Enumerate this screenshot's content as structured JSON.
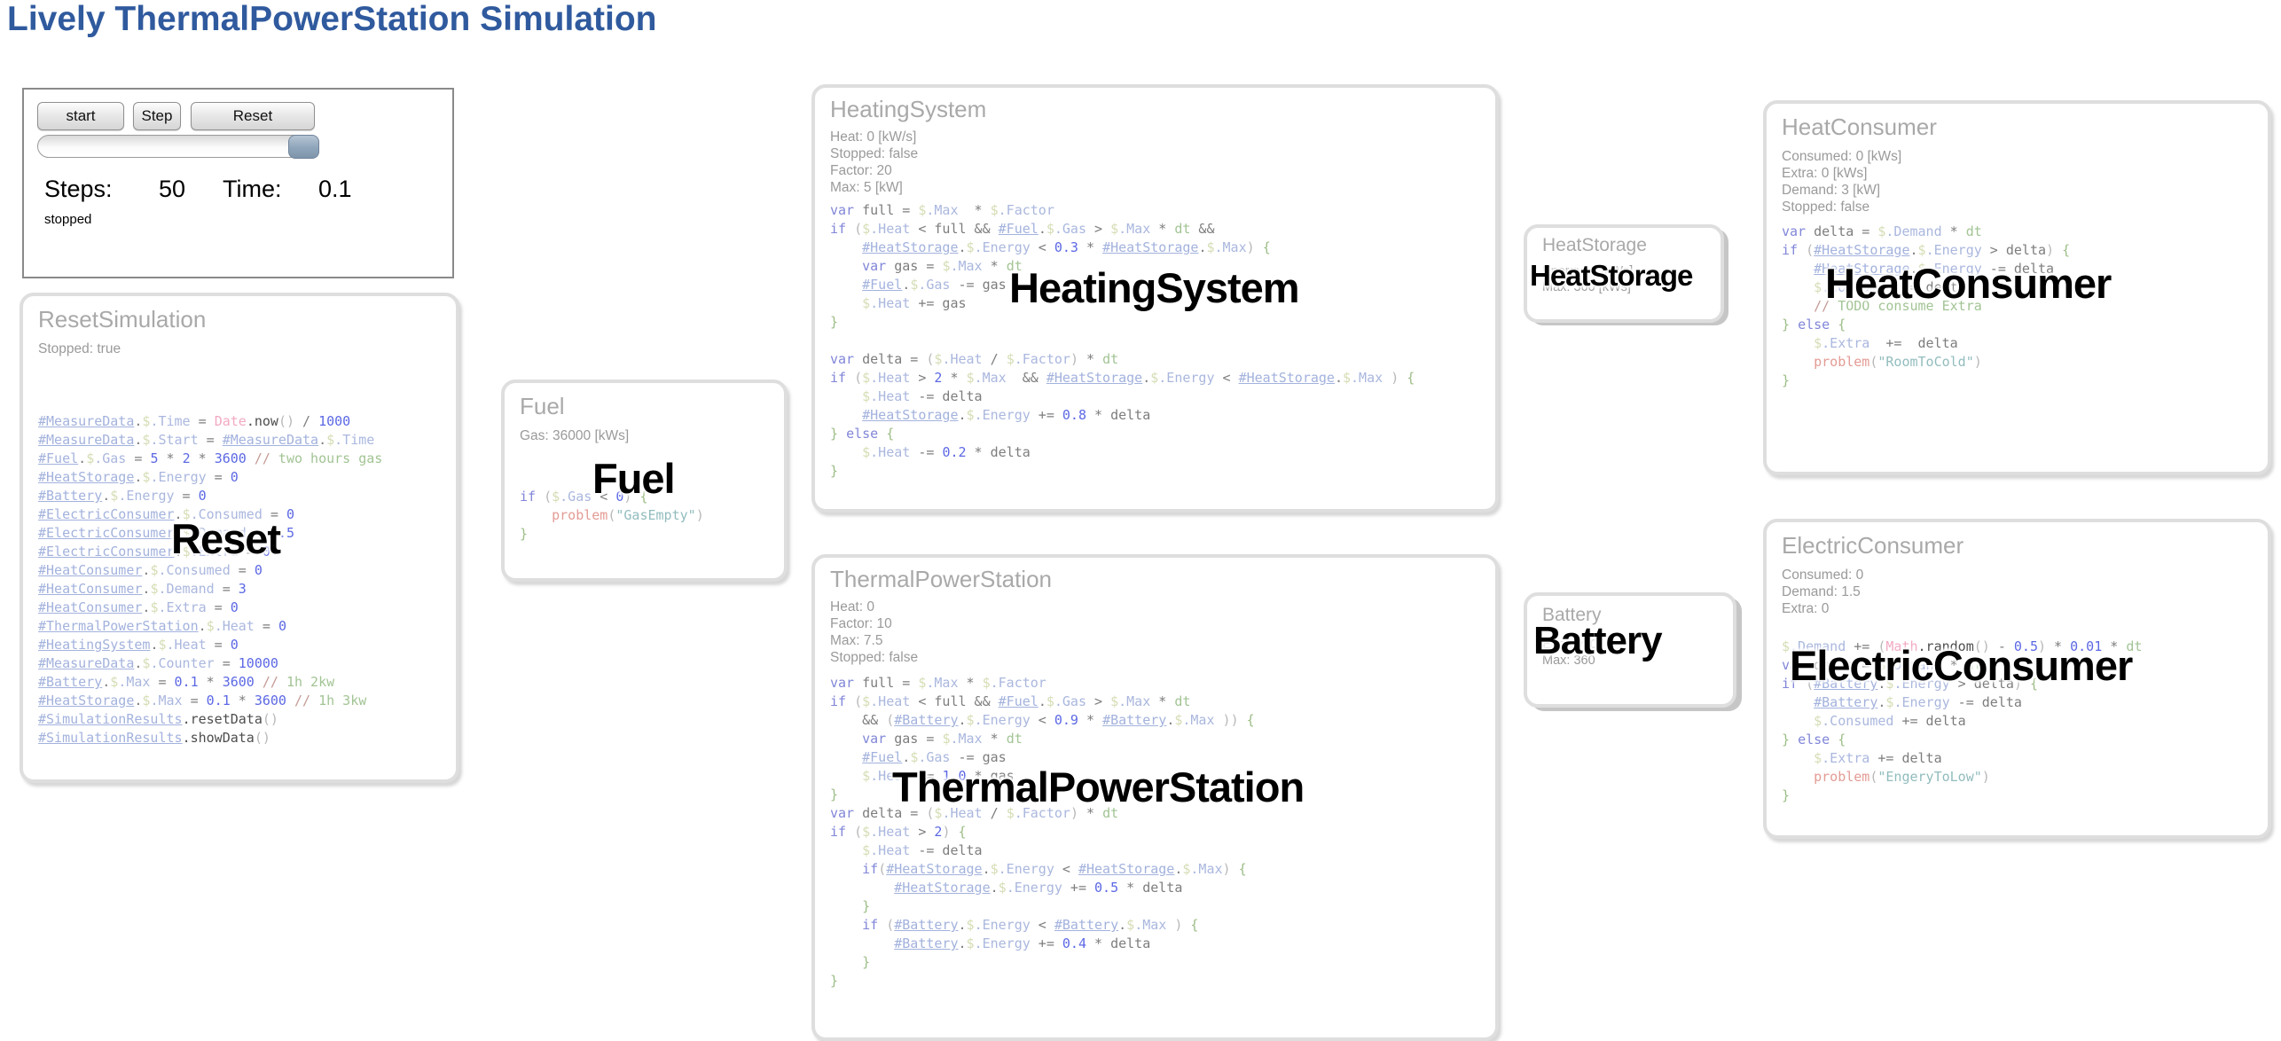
{
  "title": "Lively ThermalPowerStation Simulation",
  "controls": {
    "start_label": "start",
    "step_label": "Step",
    "reset_label": "Reset",
    "steps_label": "Steps:",
    "steps_value": "50",
    "time_label": "Time:",
    "time_value": "0.1",
    "run_status": "stopped",
    "slider_position": "right"
  },
  "overlays": {
    "reset": "Reset",
    "fuel": "Fuel",
    "heating_system": "HeatingSystem",
    "thermal_power_station": "ThermalPowerStation",
    "heat_storage": "HeatStorage",
    "battery": "Battery",
    "heat_consumer": "HeatConsumer",
    "electric_consumer": "ElectricConsumer"
  },
  "panels": {
    "reset_simulation": {
      "title": "ResetSimulation",
      "status": [
        "Stopped: true"
      ],
      "code": [
        "#MeasureData.$.Time = Date.now() / 1000",
        "#MeasureData.$.Start = #MeasureData.$.Time",
        "#Fuel.$.Gas = 5 * 2 * 3600 // two hours gas",
        "#HeatStorage.$.Energy = 0",
        "#Battery.$.Energy = 0",
        "#ElectricConsumer.$.Consumed = 0",
        "#ElectricConsumer.$.Demand = 1.5",
        "#ElectricConsumer.$.Extra = 0",
        "#HeatConsumer.$.Consumed = 0",
        "#HeatConsumer.$.Demand = 3",
        "#HeatConsumer.$.Extra = 0",
        "#ThermalPowerStation.$.Heat = 0",
        "#HeatingSystem.$.Heat = 0",
        "#MeasureData.$.Counter = 10000",
        "#Battery.$.Max = 0.1 * 3600 // 1h 2kw",
        "#HeatStorage.$.Max = 0.1 * 3600 // 1h 3kw",
        "#SimulationResults.resetData()",
        "#SimulationResults.showData()"
      ]
    },
    "fuel": {
      "title": "Fuel",
      "status": [
        "Gas: 36000 [kWs]"
      ],
      "code": [
        "if ($.Gas < 0) {",
        "    problem(\"GasEmpty\")",
        "}"
      ]
    },
    "heating_system": {
      "title": "HeatingSystem",
      "status": [
        "Heat: 0 [kW/s]",
        "Stopped: false",
        "Factor: 20",
        "Max: 5 [kW]"
      ],
      "code": [
        "var full = $.Max  * $.Factor",
        "if ($.Heat < full && #Fuel.$.Gas > $.Max * dt &&",
        "    #HeatStorage.$.Energy < 0.3 * #HeatStorage.$.Max) {",
        "    var gas = $.Max * dt",
        "    #Fuel.$.Gas -= gas",
        "    $.Heat += gas",
        "}",
        "",
        "var delta = ($.Heat / $.Factor) * dt",
        "if ($.Heat > 2 * $.Max  && #HeatStorage.$.Energy < #HeatStorage.$.Max ) {",
        "    $.Heat -= delta",
        "    #HeatStorage.$.Energy += 0.8 * delta",
        "} else {",
        "    $.Heat -= 0.2 * delta",
        "}"
      ]
    },
    "thermal_power_station": {
      "title": "ThermalPowerStation",
      "status": [
        "Heat: 0",
        "Factor: 10",
        "Max: 7.5",
        "Stopped: false"
      ],
      "code": [
        "var full = $.Max * $.Factor",
        "if ($.Heat < full && #Fuel.$.Gas > $.Max * dt",
        "    && (#Battery.$.Energy < 0.9 * #Battery.$.Max )) {",
        "    var gas = $.Max * dt",
        "    #Fuel.$.Gas -= gas",
        "    $.Heat += 1.0 * gas",
        "}",
        "var delta = ($.Heat / $.Factor) * dt",
        "if ($.Heat > 2) {",
        "    $.Heat -= delta",
        "    if(#HeatStorage.$.Energy < #HeatStorage.$.Max) {",
        "        #HeatStorage.$.Energy += 0.5 * delta",
        "    }",
        "    if (#Battery.$.Energy < #Battery.$.Max ) {",
        "        #Battery.$.Energy += 0.4 * delta",
        "    }",
        "}"
      ]
    },
    "heat_storage": {
      "title": "HeatStorage",
      "status": [
        "Energy: 0 [kWs]",
        "Max: 360 [kWs]"
      ]
    },
    "battery": {
      "title": "Battery",
      "status": [
        "Energy: 0",
        "Max: 360"
      ]
    },
    "heat_consumer": {
      "title": "HeatConsumer",
      "status": [
        "Consumed: 0 [kWs]",
        "Extra: 0 [kWs]",
        "Demand: 3 [kW]",
        "Stopped: false"
      ],
      "code": [
        "var delta = $.Demand * dt",
        "if (#HeatStorage.$.Energy > delta) {",
        "    #HeatStorage.$.Energy -= delta",
        "    $.Consumed += delta",
        "    // TODO consume Extra",
        "} else {",
        "    $.Extra  +=  delta",
        "    problem(\"RoomToCold\")",
        "}"
      ]
    },
    "electric_consumer": {
      "title": "ElectricConsumer",
      "status": [
        "Consumed: 0",
        "Demand: 1.5",
        "Extra: 0"
      ],
      "code": [
        "$.Demand += (Math.random() - 0.5) * 0.01 * dt",
        "var delta = $.Demand * dt",
        "if (#Battery.$.Energy > delta) {",
        "    #Battery.$.Energy -= delta",
        "    $.Consumed += delta",
        "} else {",
        "    $.Extra += delta",
        "    problem(\"EngeryToLow\")",
        "}"
      ]
    }
  },
  "colors": {
    "title_blue": "#305a9e",
    "overlay_black": "#000000",
    "panel_border": "#dedede",
    "panel_title_gray": "#a9a9a9",
    "status_gray": "#9a9a9a",
    "code_default": "#7d7d7d",
    "code_keyword": "#8186d8",
    "code_reference": "#a3b2dd",
    "code_number": "#5c68e4",
    "code_comment": "#a2c494",
    "code_problem": "#e39b94",
    "code_string": "#92bcbd",
    "code_global": "#f2a9c4",
    "slider_knob": "#8ea5ba"
  }
}
